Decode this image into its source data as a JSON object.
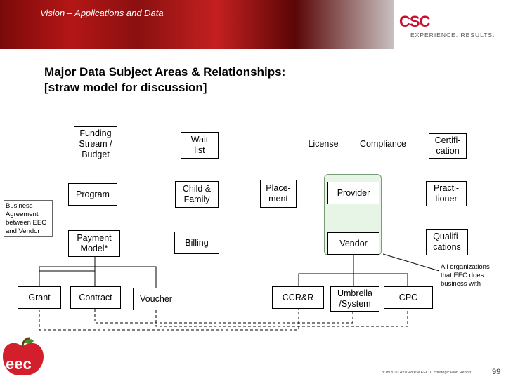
{
  "banner": {
    "title": "Vision – Applications and Data"
  },
  "logo": {
    "mark": "CSC",
    "tagline": "EXPERIENCE. RESULTS."
  },
  "heading": {
    "line1": "Major Data Subject Areas & Relationships:",
    "line2": "[straw model for discussion]"
  },
  "nodes": {
    "funding": "Funding\nStream /\nBudget",
    "waitlist": "Wait\nlist",
    "license": "License",
    "compliance": "Compliance",
    "certification": "Certifi-\ncation",
    "program": "Program",
    "child_family": "Child &\nFamily",
    "placement": "Place-\nment",
    "provider": "Provider",
    "practitioner": "Practi-\ntioner",
    "payment_model": "Payment\nModel*",
    "billing": "Billing",
    "vendor": "Vendor",
    "qualifications": "Qualifi-\ncations",
    "grant": "Grant",
    "contract": "Contract",
    "voucher": "Voucher",
    "ccrr": "CCR&R",
    "umbrella": "Umbrella\n/System",
    "cpc": "CPC"
  },
  "notes": {
    "business_agreement": "Business\nAgreement\nbetween EEC\nand Vendor",
    "all_orgs": "All organizations\nthat EEC does\nbusiness with"
  },
  "footer": {
    "text": "3/18/2010 4:01:48 PM EEC IT Strategic Plan Report",
    "page": "99"
  },
  "eec_logo": {
    "text": "eec"
  },
  "colors": {
    "banner_red": "#b41616",
    "provider_highlight": "#e6f5e6",
    "csc_red": "#c8102e"
  }
}
